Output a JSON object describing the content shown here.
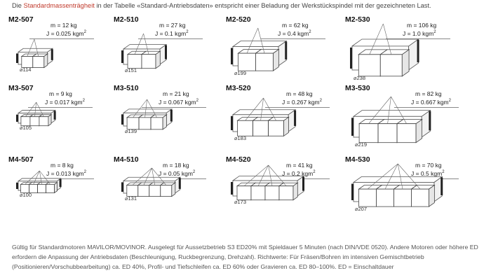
{
  "intro": {
    "prefix": "Die ",
    "highlight": "Standardmassenträgheit",
    "suffix": " in der Tabelle «Standard-Antriebsdaten» entspricht einer Beladung der Werkstückspindel mit der gezeichneten Last."
  },
  "colors": {
    "highlight": "#c0392b",
    "line": "#555555",
    "text": "#333333"
  },
  "spindles": [
    {
      "model": "M2-507",
      "mass": "m = 12 kg",
      "inertia": "J = 0.025 kgm",
      "exp": "2",
      "diameter": "⌀114"
    },
    {
      "model": "M2-510",
      "mass": "m = 27 kg",
      "inertia": "J = 0.1 kgm",
      "exp": "2",
      "diameter": "⌀151"
    },
    {
      "model": "M2-520",
      "mass": "m = 62 kg",
      "inertia": "J = 0.4 kgm",
      "exp": "2",
      "diameter": "⌀199"
    },
    {
      "model": "M2-530",
      "mass": "m = 106 kg",
      "inertia": "J = 1.0 kgm",
      "exp": "2",
      "diameter": "⌀238"
    },
    {
      "model": "M3-507",
      "mass": "m = 9 kg",
      "inertia": "J = 0.017 kgm",
      "exp": "2",
      "diameter": "⌀105"
    },
    {
      "model": "M3-510",
      "mass": "m = 21 kg",
      "inertia": "J = 0.067 kgm",
      "exp": "2",
      "diameter": "⌀139"
    },
    {
      "model": "M3-520",
      "mass": "m = 48 kg",
      "inertia": "J = 0.267 kgm",
      "exp": "2",
      "diameter": "⌀183"
    },
    {
      "model": "M3-530",
      "mass": "m = 82 kg",
      "inertia": "J = 0.667 kgm",
      "exp": "2",
      "diameter": "⌀219"
    },
    {
      "model": "M4-507",
      "mass": "m = 8 kg",
      "inertia": "J = 0.013 kgm",
      "exp": "2",
      "diameter": "⌀100"
    },
    {
      "model": "M4-510",
      "mass": "m = 18 kg",
      "inertia": "J = 0.05 kgm",
      "exp": "2",
      "diameter": "⌀131"
    },
    {
      "model": "M4-520",
      "mass": "m = 41 kg",
      "inertia": "J = 0.2 kgm",
      "exp": "2",
      "diameter": "⌀173"
    },
    {
      "model": "M4-530",
      "mass": "m = 70 kg",
      "inertia": "J = 0.5 kgm",
      "exp": "2",
      "diameter": "⌀207"
    }
  ],
  "footer": "Gültig für Standardmotoren MAVILOR/MOVINOR. Ausgelegt für Aussetzbetrieb S3 ED20% mit Spieldauer 5 Minuten (nach DIN/VDE 0520). Andere Motoren oder höhere ED erfordern die Anpassung der Antriebsdaten (Beschleunigung, Ruckbegrenzung, Drehzahl). Richtwerte: Für Fräsen/Bohren im intensiven Gemischtbetrieb (Positionieren/Vorschubbearbeitung) ca. ED 40%, Profil- und Tiefschleifen ca. ED 60% oder Gravieren ca. ED 80–100%. ED = Einschaltdauer"
}
